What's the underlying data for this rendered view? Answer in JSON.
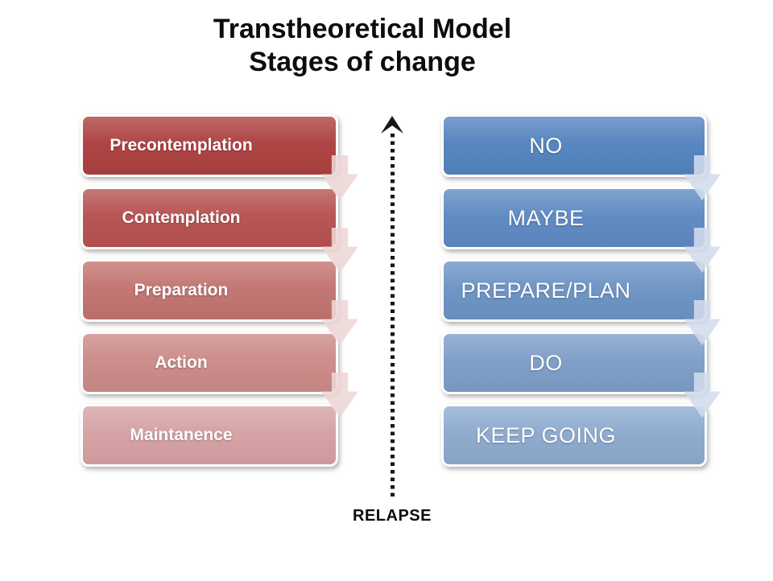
{
  "title": {
    "line1": "Transtheoretical Model",
    "line2": "Stages of change"
  },
  "diagram": {
    "left_stages": [
      {
        "label": "Precontemplation",
        "color": "#ac403f"
      },
      {
        "label": "Contemplation",
        "color": "#b65150"
      },
      {
        "label": "Preparation",
        "color": "#c27370"
      },
      {
        "label": "Action",
        "color": "#cb8a88"
      },
      {
        "label": "Maintanence",
        "color": "#d5a0a3"
      }
    ],
    "right_stages": [
      {
        "label": "NO",
        "color": "#5383bf"
      },
      {
        "label": "MAYBE",
        "color": "#5d89c2"
      },
      {
        "label": "PREPARE/PLAN",
        "color": "#6b93c4"
      },
      {
        "label": "DO",
        "color": "#7d9dc7"
      },
      {
        "label": "KEEP GOING",
        "color": "#8caace"
      }
    ],
    "left_arrow_color": "#eed6d7",
    "right_arrow_color": "#d3dcec",
    "relapse": {
      "label": "RELAPSE",
      "line_color": "#161616"
    }
  }
}
